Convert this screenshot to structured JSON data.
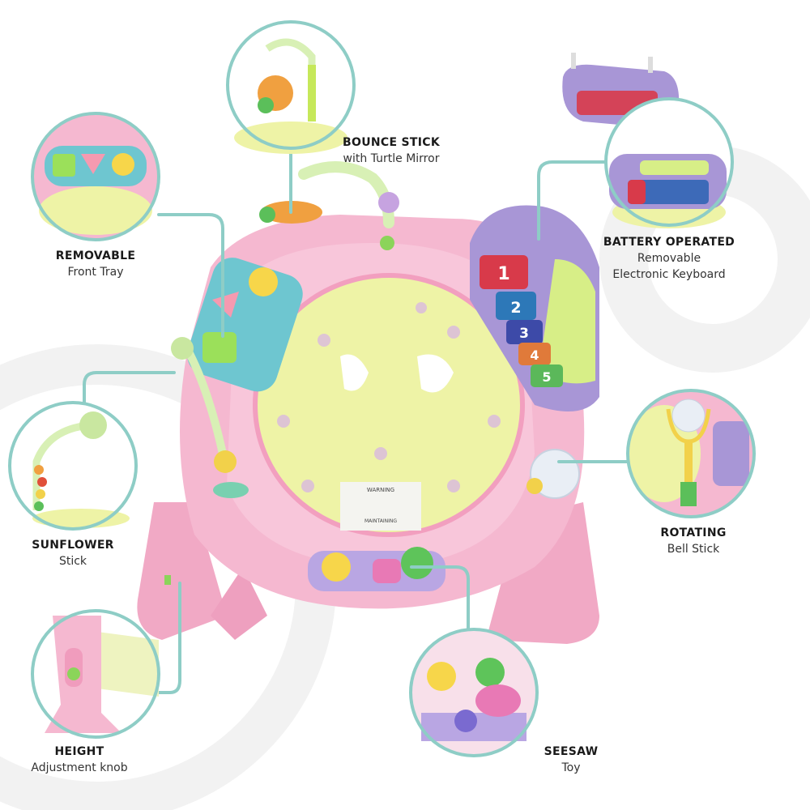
{
  "colors": {
    "accent_teal": "#8ecdc6",
    "walker_pink": "#f4b3cc",
    "seat_yellow": "#edf2a6",
    "keyboard_purple": "#a896d6"
  },
  "callouts": {
    "bounce_stick": {
      "title": "BOUNCE STICK",
      "subtitle": "with Turtle Mirror"
    },
    "front_tray": {
      "title": "REMOVABLE",
      "subtitle": "Front Tray"
    },
    "keyboard": {
      "title": "BATTERY OPERATED",
      "line1": "Removable",
      "line2": "Electronic Keyboard"
    },
    "sunflower": {
      "title": "SUNFLOWER",
      "subtitle": "Stick"
    },
    "rotating_bell": {
      "title": "ROTATING",
      "subtitle": "Bell Stick"
    },
    "height": {
      "title": "HEIGHT",
      "subtitle": "Adjustment knob"
    },
    "seesaw": {
      "title": "SEESAW",
      "subtitle": "Toy"
    }
  },
  "product": {
    "keys": [
      "1",
      "2",
      "3",
      "4",
      "5"
    ],
    "warning_label": "WARNING",
    "maintaining_label": "MAINTAINING"
  }
}
